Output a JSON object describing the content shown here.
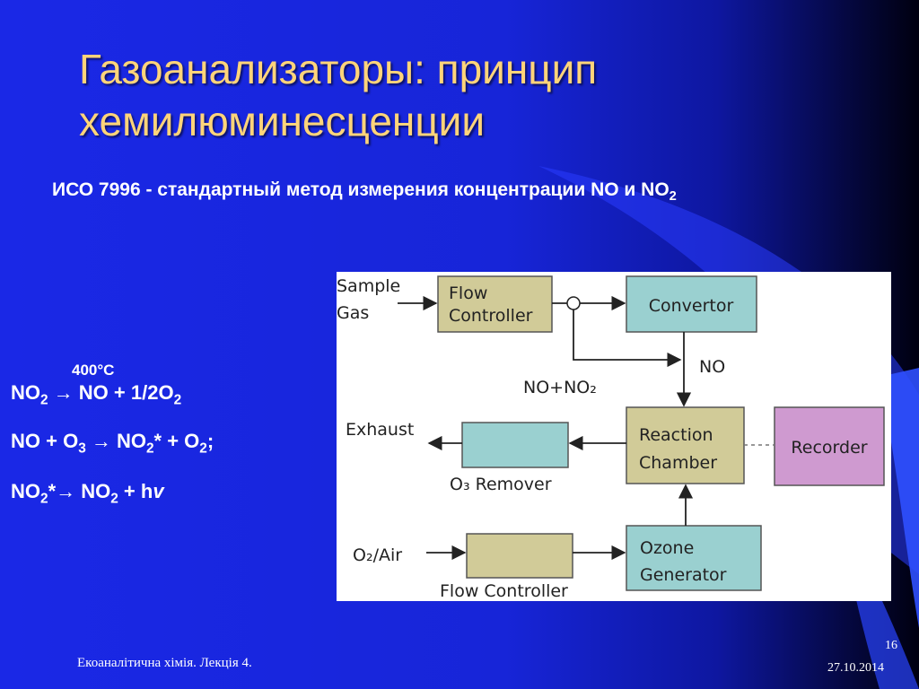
{
  "slide": {
    "title_line1": "Газоанализаторы: принцип",
    "title_line2": "хемилюминесценции",
    "subtitle_main": "ИСО 7996 -  стандартный метод измерения концентрации NO и NO",
    "subtitle_sub": "2"
  },
  "equations": {
    "condition": "400°C",
    "eq1": [
      "NO",
      "2",
      " → NO + 1/2O",
      "2"
    ],
    "eq2": [
      "NO + O",
      "3",
      " →  NO",
      "2",
      "* + O",
      "2",
      ";"
    ],
    "eq3": [
      "NO",
      "2",
      "*→ NO",
      "2",
      " + h",
      "v"
    ]
  },
  "diagram": {
    "sample_gas_1": "Sample",
    "sample_gas_2": "Gas",
    "flow_controller_1": "Flow",
    "flow_controller_2": "Controller",
    "convertor": "Convertor",
    "no_label": "NO",
    "no_no2_label": "NO+NO₂",
    "exhaust": "Exhaust",
    "reaction_chamber_1": "Reaction",
    "reaction_chamber_2": "Chamber",
    "recorder": "Recorder",
    "o3_remover": "O₃ Remover",
    "o2_air": "O₂/Air",
    "ozone_generator_1": "Ozone",
    "ozone_generator_2": "Generator",
    "flow_controller_bottom": "Flow Controller"
  },
  "colors": {
    "flow_box": "#d1cb98",
    "teal_box": "#9ad0d0",
    "recorder_box": "#cf9ad0",
    "title": "#ffd47a"
  },
  "footer": {
    "course": "Екоаналітична хімія. Лекція 4.",
    "page": "16",
    "date": "27.10.2014"
  }
}
